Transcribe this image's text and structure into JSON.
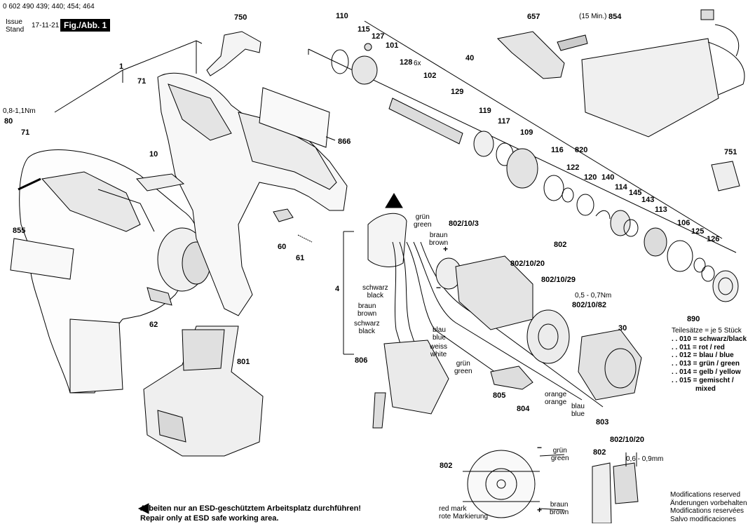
{
  "header": {
    "doc_number": "0 602 490 439; 440; 454; 464",
    "issue_label": "Issue",
    "stand_label": "Stand",
    "issue_date": "17-11-21",
    "figure": "Fig./Abb. 1"
  },
  "part_labels": {
    "p750": "750",
    "p1": "1",
    "p71a": "71",
    "p71b": "71",
    "p80": "80",
    "torque80": "0,8-1,1Nm",
    "p10": "10",
    "p855": "855",
    "p60": "60",
    "p61": "61",
    "p62": "62",
    "p866": "866",
    "p801": "801",
    "p110": "110",
    "p115": "115",
    "p127": "127",
    "p101": "101",
    "p128": "128",
    "p128x": "6x",
    "p102": "102",
    "p40": "40",
    "p129": "129",
    "p119": "119",
    "p117": "117",
    "p109": "109",
    "p116": "116",
    "p820": "820",
    "p122": "122",
    "p120": "120",
    "p140": "140",
    "p114": "114",
    "p145": "145",
    "p143": "143",
    "p113": "113",
    "p106": "106",
    "p125": "125",
    "p126": "126",
    "p657": "657",
    "p854": "854",
    "p854note": "(15 Min.)",
    "p751": "751",
    "p890": "890",
    "p802a": "802/10/3",
    "p802b": "802",
    "p802c": "802/10/20",
    "p802d": "802/10/29",
    "torque802": "0,5 - 0,7Nm",
    "p802e": "802/10/82",
    "p30": "30",
    "p4": "4",
    "p806": "806",
    "p805": "805",
    "p804": "804",
    "p803": "803",
    "p802f": "802",
    "p802g": "802",
    "p802h": "802/10/20",
    "gap": "0,6 - 0,9mm"
  },
  "wires": {
    "gruen1": "grün",
    "green1": "green",
    "braun1": "braun",
    "brown1": "brown",
    "schwarz1": "schwarz",
    "black1": "black",
    "braun2": "braun",
    "brown2": "brown",
    "schwarz2": "schwarz",
    "black2": "black",
    "blau1": "blau",
    "blue1": "blue",
    "weiss": "weiss",
    "white": "white",
    "gruen2": "grün",
    "green2": "green",
    "orange_de": "orange",
    "orange_en": "orange",
    "blau2": "blau",
    "blue2": "blue",
    "gruen3": "grün",
    "green3": "green",
    "braun3": "braun",
    "brown3": "brown",
    "redmark": "red mark",
    "rotemark": "rote Markierung"
  },
  "legend": {
    "title": "Teilesätze = je 5 Stück",
    "items": [
      ". . 010 = schwarz/black",
      ". . 011 = rot / red",
      ". . 012 = blau / blue",
      ". . 013 = grün / green",
      ". . 014 = gelb / yellow",
      ". . 015 = gemischt /"
    ],
    "mixed": "mixed"
  },
  "notice": {
    "de": "Arbeiten nur an ESD-geschütztem Arbeitsplatz durchführen!",
    "en": "Repair only at ESD safe working area."
  },
  "modifications": [
    "Modifications reserved",
    "Änderungen vorbehalten",
    "Modifications reservées",
    "Salvo modificaciones"
  ],
  "symbols": {
    "plus": "+",
    "minus": "−"
  }
}
